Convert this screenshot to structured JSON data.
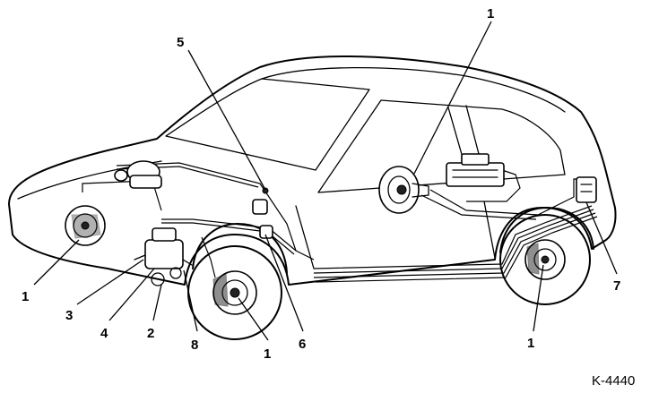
{
  "figure": {
    "code": "K-4440",
    "callouts": [
      "1",
      "5",
      "1",
      "3",
      "4",
      "2",
      "8",
      "1",
      "6",
      "7",
      "1"
    ]
  }
}
